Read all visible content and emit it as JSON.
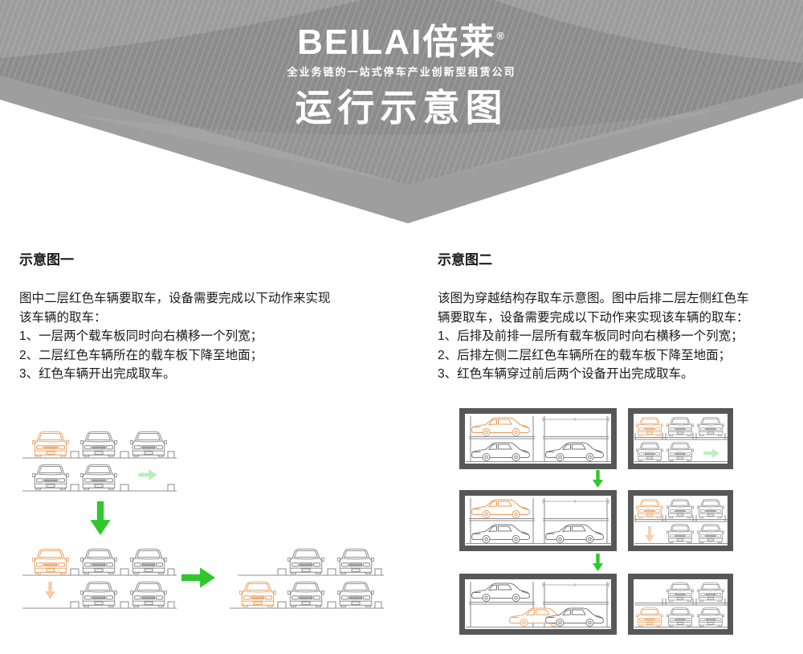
{
  "banner": {
    "logo_text": "BEILAI倍莱",
    "registered_mark": "®",
    "subtitle": "全业务链的一站式停车产业创新型租赁公司",
    "title": "运行示意图"
  },
  "sections": {
    "left": {
      "heading": "示意图一",
      "intro_line1": "图中二层红色车辆要取车，设备需要完成以下动作来实现",
      "intro_line2": "该车辆的取车：",
      "steps": [
        "1、一层两个载车板同时向右横移一个列宽；",
        "2、二层红色车辆所在的载车板下降至地面；",
        "3、红色车辆开出完成取车。"
      ]
    },
    "right": {
      "heading": "示意图二",
      "intro_line1": "该图为穿越结构存取车示意图。图中后排二层左侧红色车",
      "intro_line2": "辆要取车，设备需要完成以下动作来实现该车辆的取车：",
      "steps": [
        "1、后排及前排一层所有载车板同时向右横移一个列宽；",
        "2、后排左侧二层红色车辆所在的载车板下降至地面；",
        "3、红色车辆穿过前后两个设备开出完成取车。"
      ]
    }
  },
  "colors": {
    "accent_green": "#2ec82e",
    "car_orange": "#e99b57",
    "car_gray": "#858585",
    "side_car_gray": "#7a7a7a",
    "frame_gray": "#575757",
    "banner_face": "#8c8c8c",
    "banner_edge": "#9e9e9e",
    "text": "#1a1a1a"
  },
  "diagram1": {
    "view": "front-view two-level lift-slide parking stack, 3 columns",
    "states": [
      {
        "upper": [
          "orange",
          "gray",
          "gray"
        ],
        "lower": [
          "gray",
          "gray",
          "empty"
        ],
        "note": "faint green exit arrow at lower-right empty column"
      },
      {
        "upper": [
          "orange",
          "gray",
          "gray"
        ],
        "lower": [
          "empty",
          "gray",
          "gray"
        ],
        "note": "lower pallets shifted right one column; faint orange down arrow under orange car"
      },
      {
        "upper": [
          "empty",
          "gray",
          "gray"
        ],
        "lower": [
          "orange",
          "gray",
          "gray"
        ],
        "note": "orange car descended to ground level"
      }
    ],
    "transition_arrows": [
      "down",
      "right"
    ]
  },
  "diagram2": {
    "view": "pass-through structure: left box = side section view, right box = front view, 3 sequential rows",
    "rows": [
      {
        "side_view": {
          "upper_left": "orange",
          "lower_left": "gray",
          "upper_right": "empty-platform",
          "lower_right": "gray"
        },
        "front_view": {
          "upper": [
            "orange",
            "gray",
            "gray"
          ],
          "lower": [
            "gray",
            "gray",
            "empty"
          ],
          "note": "faint green exit arrow lower-right"
        }
      },
      {
        "side_view": {
          "upper_left": "orange",
          "lower_left": "gray",
          "upper_right": "empty-platform",
          "lower_right": "gray"
        },
        "front_view": {
          "upper": [
            "orange",
            "gray",
            "gray"
          ],
          "lower": [
            "empty",
            "gray",
            "gray"
          ],
          "note": "faint orange down arrow under orange car"
        }
      },
      {
        "side_view": {
          "upper_left": "gray",
          "lower_center": "orange passing through",
          "lower_right": "gray"
        },
        "front_view": {
          "upper": [
            "empty",
            "gray",
            "gray"
          ],
          "lower": [
            "orange",
            "gray",
            "gray"
          ]
        }
      }
    ],
    "transition_arrows": [
      "down",
      "down"
    ]
  }
}
